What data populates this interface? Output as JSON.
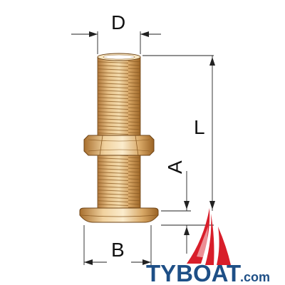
{
  "dimensions": {
    "d_label": "D",
    "l_label": "L",
    "a_label": "A",
    "b_label": "B"
  },
  "brand": {
    "name": "TYBOAT",
    "domain": ".com"
  },
  "colors": {
    "brass_light": "#f2d7a6",
    "brass_mid": "#d9a967",
    "brass_dark": "#a86f2e",
    "line": "#222222",
    "brand_blue": "#1e4f86",
    "brand_red": "#d81e2a"
  },
  "icons": {
    "logo": "sailboat-icon"
  }
}
